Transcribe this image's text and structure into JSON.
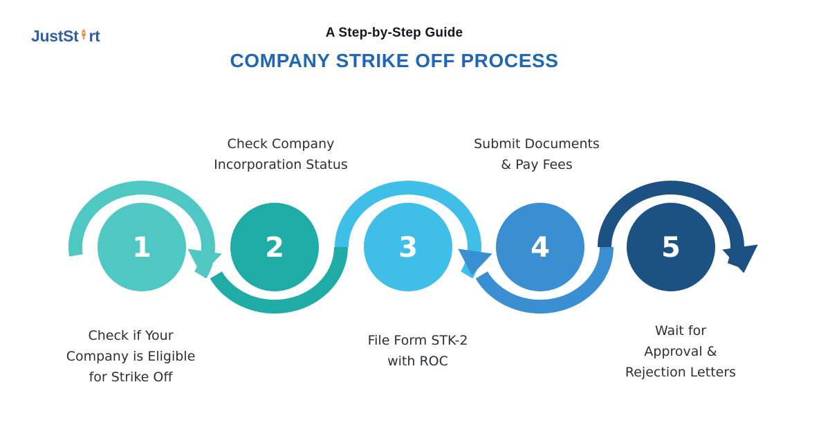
{
  "logo": {
    "text_before_icon": "JustSt",
    "text_after_icon": "rt",
    "text_color": "#2E5FA9",
    "icon": "rocket-icon",
    "icon_color": "#E8823C"
  },
  "header": {
    "subtitle": "A Step-by-Step Guide",
    "subtitle_color": "#14181D",
    "title": "COMPANY STRIKE OFF PROCESS",
    "title_color": "#1F67B5"
  },
  "diagram": {
    "label_text_color": "#2B3037",
    "steps": [
      {
        "number": "1",
        "color": "#4FC8C4",
        "label_position": "below",
        "label_lines": [
          "Check if Your",
          "Company is Eligible",
          "for Strike Off"
        ]
      },
      {
        "number": "2",
        "color": "#20ACA6",
        "label_position": "above",
        "label_lines": [
          "Check Company",
          "Incorporation Status"
        ]
      },
      {
        "number": "3",
        "color": "#3FBFE8",
        "label_position": "below",
        "label_lines": [
          "File Form STK-2",
          "with ROC"
        ]
      },
      {
        "number": "4",
        "color": "#3A8ED2",
        "label_position": "above",
        "label_lines": [
          "Submit Documents",
          "& Pay Fees"
        ]
      },
      {
        "number": "5",
        "color": "#1B5183",
        "label_position": "below",
        "label_lines": [
          "Wait for",
          "Approval &",
          "Rejection Letters"
        ]
      }
    ]
  }
}
